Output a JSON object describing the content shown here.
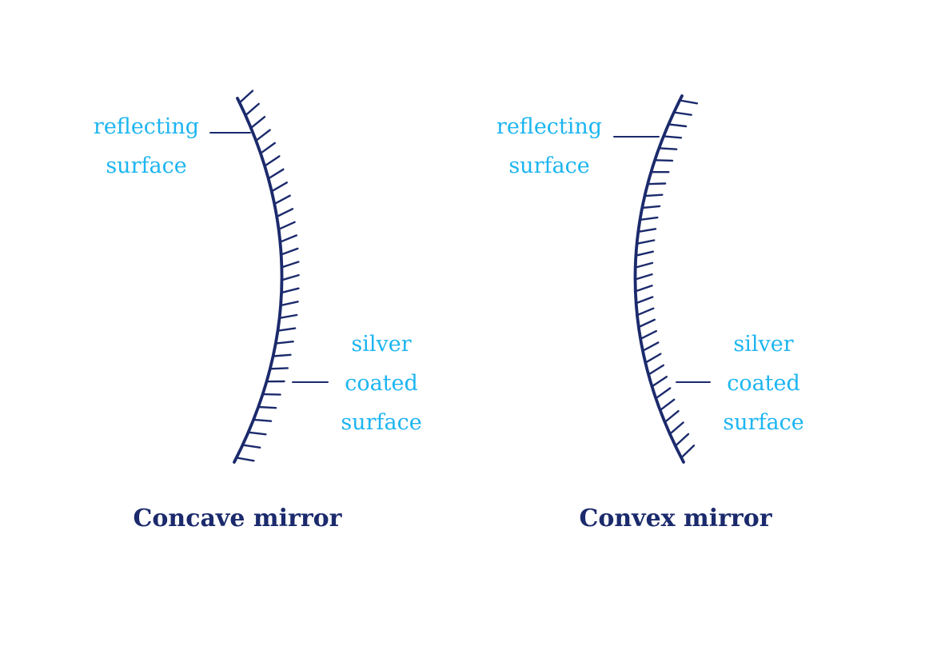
{
  "figure": {
    "background": "#ffffff",
    "colors": {
      "mirror_stroke": "#1b2a6c",
      "label_text": "#1cb5f0",
      "title_text": "#1b2a6c"
    }
  },
  "diagrams": [
    {
      "id": "concave",
      "title": "Concave mirror",
      "labels": {
        "reflecting_surface": [
          "reflecting",
          "surface"
        ],
        "silver_coated_surface": [
          "silver",
          "coated",
          "surface"
        ]
      }
    },
    {
      "id": "convex",
      "title": "Convex mirror",
      "labels": {
        "reflecting_surface": [
          "reflecting",
          "surface"
        ],
        "silver_coated_surface": [
          "silver",
          "coated",
          "surface"
        ]
      }
    }
  ]
}
